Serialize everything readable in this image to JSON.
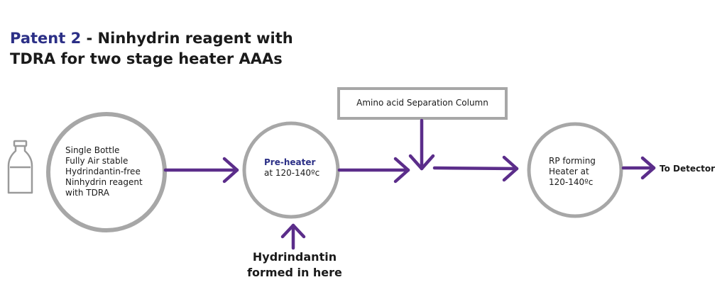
{
  "title": {
    "accent": "Patent 2",
    "dash": " - ",
    "rest": "Ninhydrin reagent with TDRA for two stage heater AAAs"
  },
  "nodes": {
    "bottle_reagent": {
      "lines": [
        "Single Bottle",
        "Fully Air stable",
        "Hydrindantin-free",
        "Ninhydrin reagent",
        "with TDRA"
      ]
    },
    "pre_heater": {
      "label": "Pre-heater",
      "detail": "at 120-140ºc"
    },
    "separation_column": {
      "label": "Amino acid Separation Column"
    },
    "rp_heater": {
      "lines": [
        "RP forming",
        "Heater at",
        "120-140ºc"
      ]
    },
    "hydrindantin_note": {
      "lines": [
        "Hydrindantin",
        "formed in here"
      ]
    },
    "detector": {
      "label": "To Detector"
    }
  },
  "colors": {
    "arrow": "#5b2d8a",
    "circle_stroke": "#a7a7a7",
    "accent_text": "#2b2f86",
    "icon_stroke": "#9a9a9a"
  }
}
